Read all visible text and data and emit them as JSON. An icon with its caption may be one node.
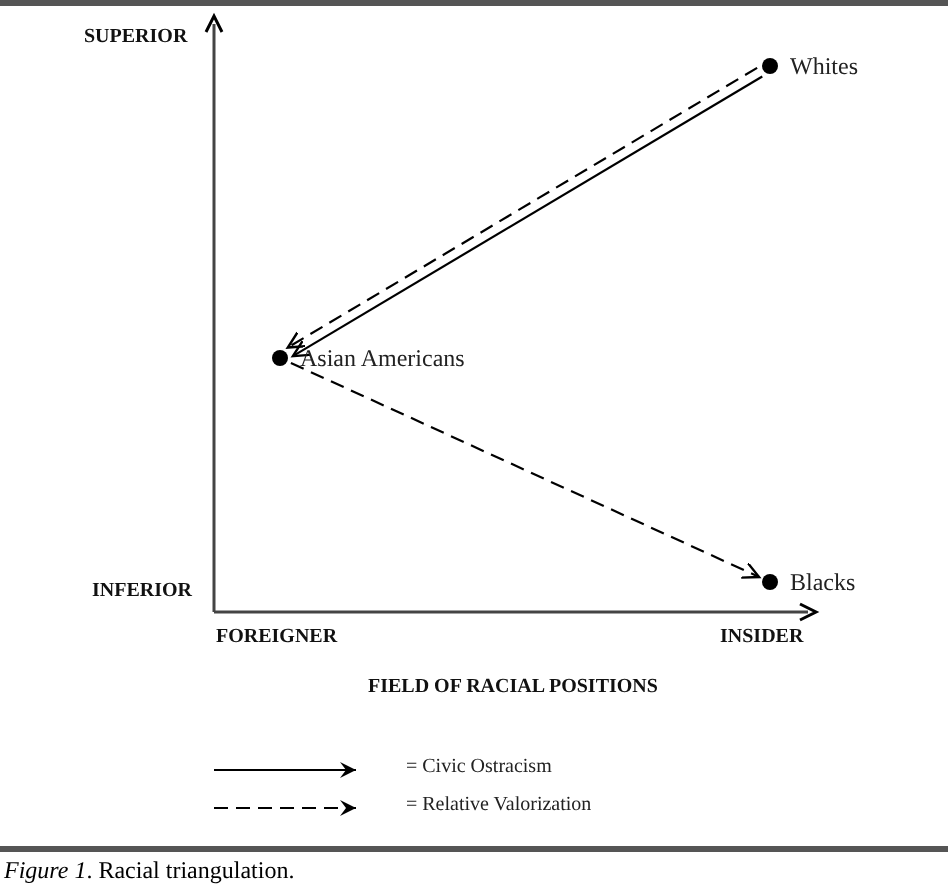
{
  "diagram": {
    "caption": "*Figure 1*. Racial triangulation.",
    "nodes": [
      {
        "text": [
          "Whites"
        ]
      },
      {
        "text": [
          "Asian Americans"
        ]
      },
      {
        "text": [
          "Blacks"
        ]
      }
    ],
    "edges": [
      {
        "from": 0,
        "to": 1,
        "arrow": "to"
      },
      {
        "from": 0,
        "to": 1,
        "arrow": "to",
        "style": "dashed"
      },
      {
        "from": 1,
        "to": 2,
        "arrow": "to",
        "style": "dashed"
      }
    ],
    "labels": [
      "SUPERIOR",
      "INFERIOR",
      "FOREIGNER",
      "INSIDER",
      "FIELD OF RACIAL POSITIONS"
    ],
    "legend": [
      {
        "text": "= Civic Ostracism"
      },
      {
        "text": "= Relative Valorization"
      }
    ]
  }
}
